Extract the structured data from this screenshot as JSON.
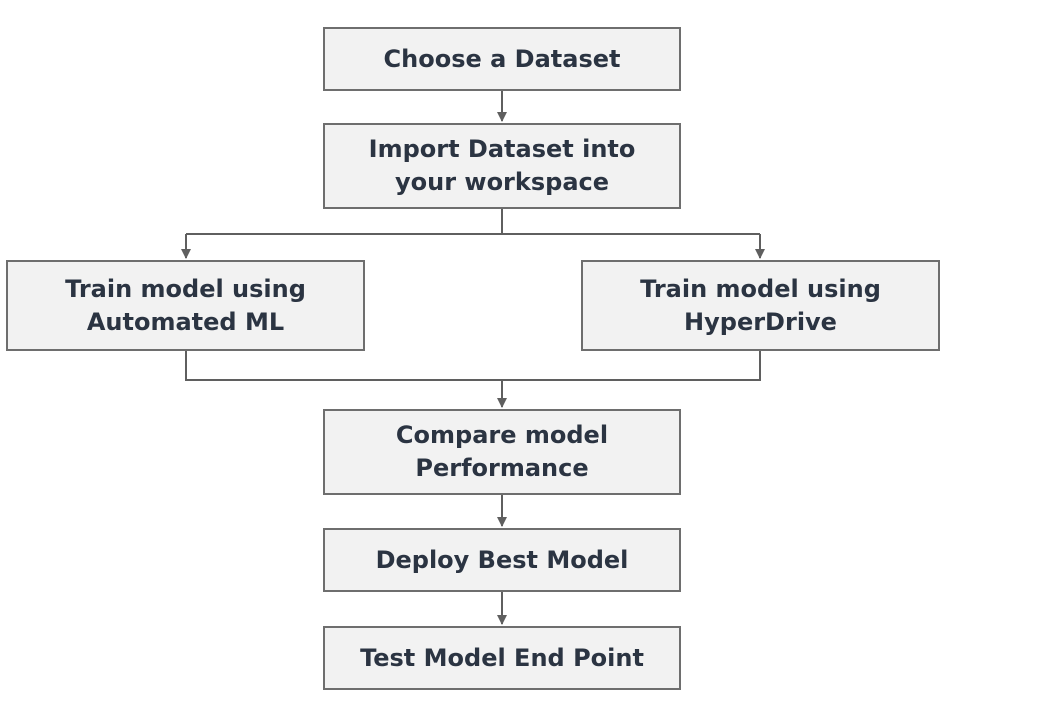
{
  "diagram": {
    "type": "flowchart",
    "colors": {
      "box_fill": "#f2f2f2",
      "box_border": "#6e6e6e",
      "text": "#2b3442",
      "connector": "#5f5f5f"
    },
    "nodes": {
      "choose_dataset": {
        "label": "Choose a Dataset"
      },
      "import_dataset": {
        "label": "Import Dataset into your workspace"
      },
      "train_automl": {
        "label": "Train model using Automated ML"
      },
      "train_hyperdrive": {
        "label": "Train model using HyperDrive"
      },
      "compare_performance": {
        "label": "Compare model Performance"
      },
      "deploy_best": {
        "label": "Deploy Best Model"
      },
      "test_endpoint": {
        "label": "Test Model End Point"
      }
    },
    "edges": [
      {
        "from": "choose_dataset",
        "to": "import_dataset"
      },
      {
        "from": "import_dataset",
        "to": "train_automl"
      },
      {
        "from": "import_dataset",
        "to": "train_hyperdrive"
      },
      {
        "from": "train_automl",
        "to": "compare_performance"
      },
      {
        "from": "train_hyperdrive",
        "to": "compare_performance"
      },
      {
        "from": "compare_performance",
        "to": "deploy_best"
      },
      {
        "from": "deploy_best",
        "to": "test_endpoint"
      }
    ]
  }
}
